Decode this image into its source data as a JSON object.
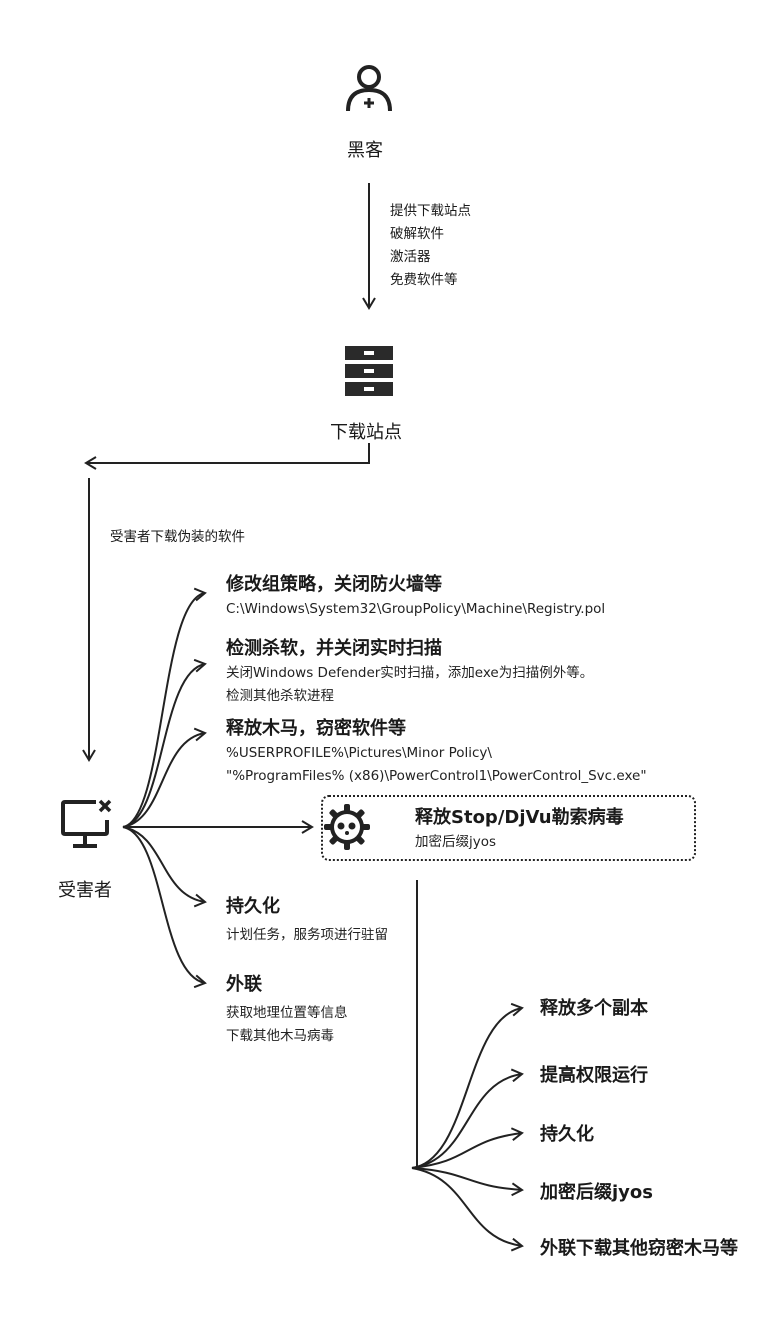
{
  "hacker": {
    "label": "黑客"
  },
  "step1": {
    "lines": [
      "提供下载站点",
      "破解软件",
      "激活器",
      "免费软件等"
    ]
  },
  "site": {
    "label": "下载站点"
  },
  "victim_download": {
    "label": "受害者下载伪装的软件"
  },
  "victim": {
    "label": "受害者"
  },
  "branches": [
    {
      "title": "修改组策略，关闭防火墙等",
      "details": [
        "C:\\Windows\\System32\\GroupPolicy\\Machine\\Registry.pol"
      ]
    },
    {
      "title": "检测杀软，并关闭实时扫描",
      "details": [
        "关闭Windows Defender实时扫描，添加exe为扫描例外等。",
        "检测其他杀软进程"
      ]
    },
    {
      "title": "释放木马，窃密软件等",
      "details": [
        "%USERPROFILE%\\Pictures\\Minor Policy\\",
        "\"%ProgramFiles% (x86)\\PowerControl1\\PowerControl_Svc.exe\""
      ]
    },
    {
      "title": "释放Stop/DjVu勒索病毒",
      "details": [
        "加密后缀jyos"
      ]
    },
    {
      "title": "持久化",
      "details": [
        "计划任务，服务项进行驻留"
      ]
    },
    {
      "title": "外联",
      "details": [
        "获取地理位置等信息",
        "下载其他木马病毒"
      ]
    }
  ],
  "ransom_actions": [
    "释放多个副本",
    "提高权限运行",
    "持久化",
    "加密后缀jyos",
    "外联下载其他窃密木马等"
  ]
}
